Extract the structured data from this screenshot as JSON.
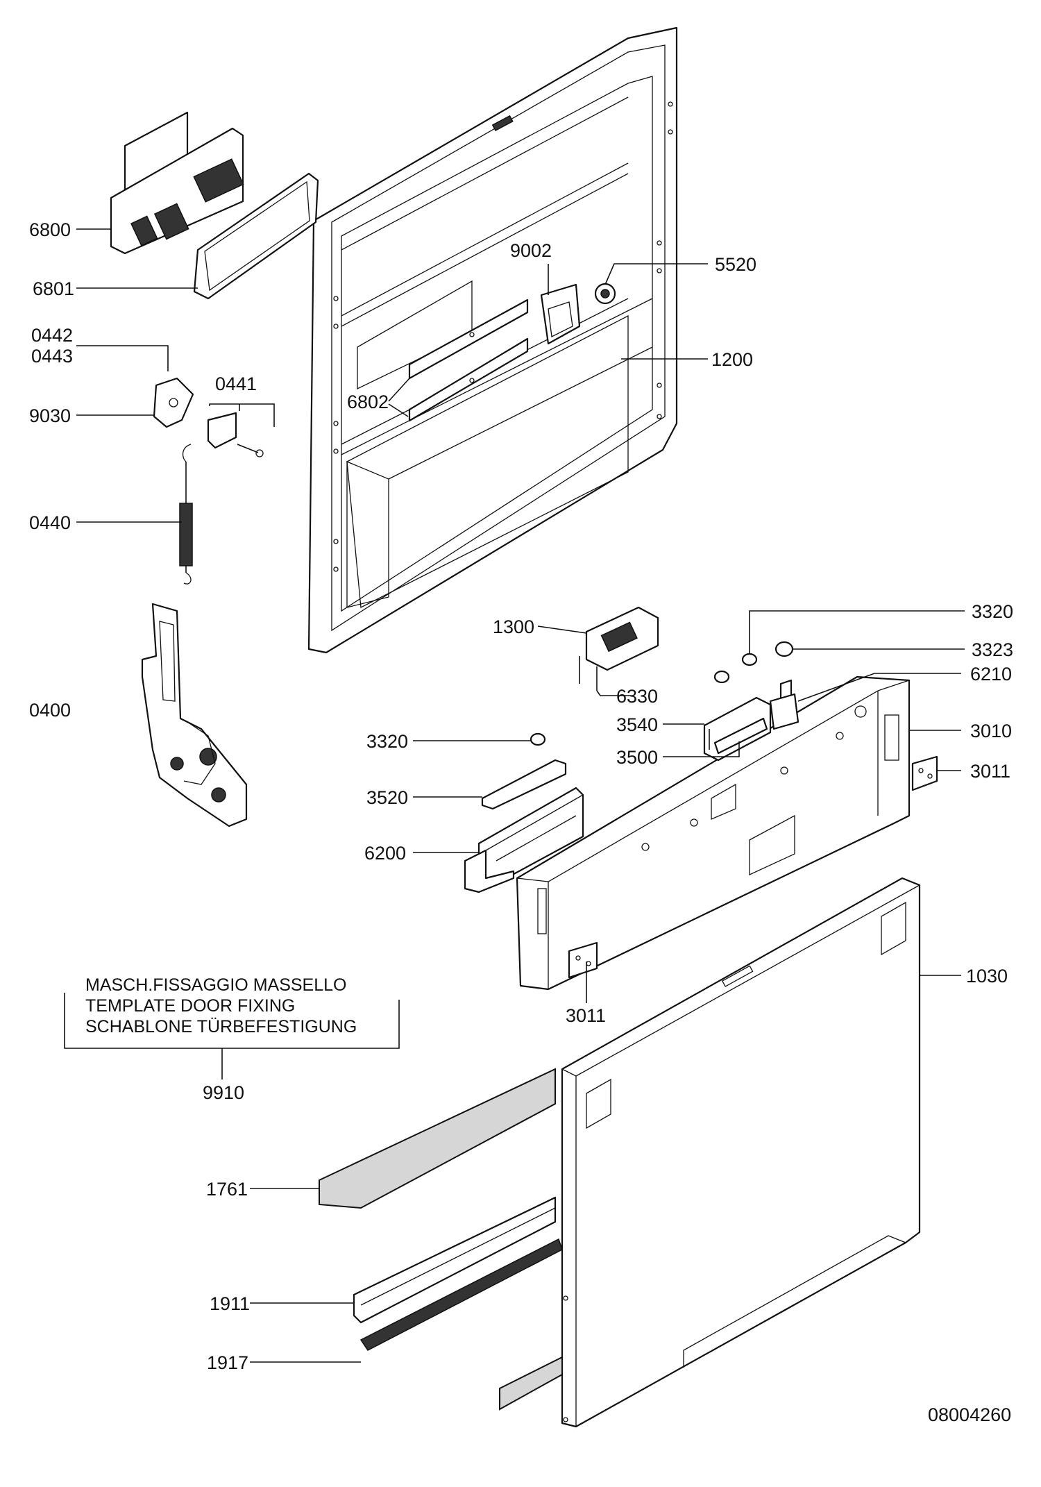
{
  "labels": {
    "p6800": "6800",
    "p6801": "6801",
    "p0442": "0442",
    "p0443": "0443",
    "p9030": "9030",
    "p0441": "0441",
    "p0440": "0440",
    "p0400": "0400",
    "p9002": "9002",
    "p5520": "5520",
    "p1200": "1200",
    "p6802": "6802",
    "p1300": "1300",
    "p6330": "6330",
    "p3320a": "3320",
    "p3323": "3323",
    "p6210": "6210",
    "p3540": "3540",
    "p3500": "3500",
    "p3010": "3010",
    "p3011a": "3011",
    "p3320b": "3320",
    "p3520": "3520",
    "p6200": "6200",
    "p3011b": "3011",
    "p1030": "1030",
    "p9910": "9910",
    "p1761": "1761",
    "p1911": "1911",
    "p1917": "1917"
  },
  "note": {
    "line1": "MASCH.FISSAGGIO MASSELLO",
    "line2": "TEMPLATE DOOR FIXING",
    "line3": "SCHABLONE TÜRBEFESTIGUNG"
  },
  "drawing_number": "08004260"
}
